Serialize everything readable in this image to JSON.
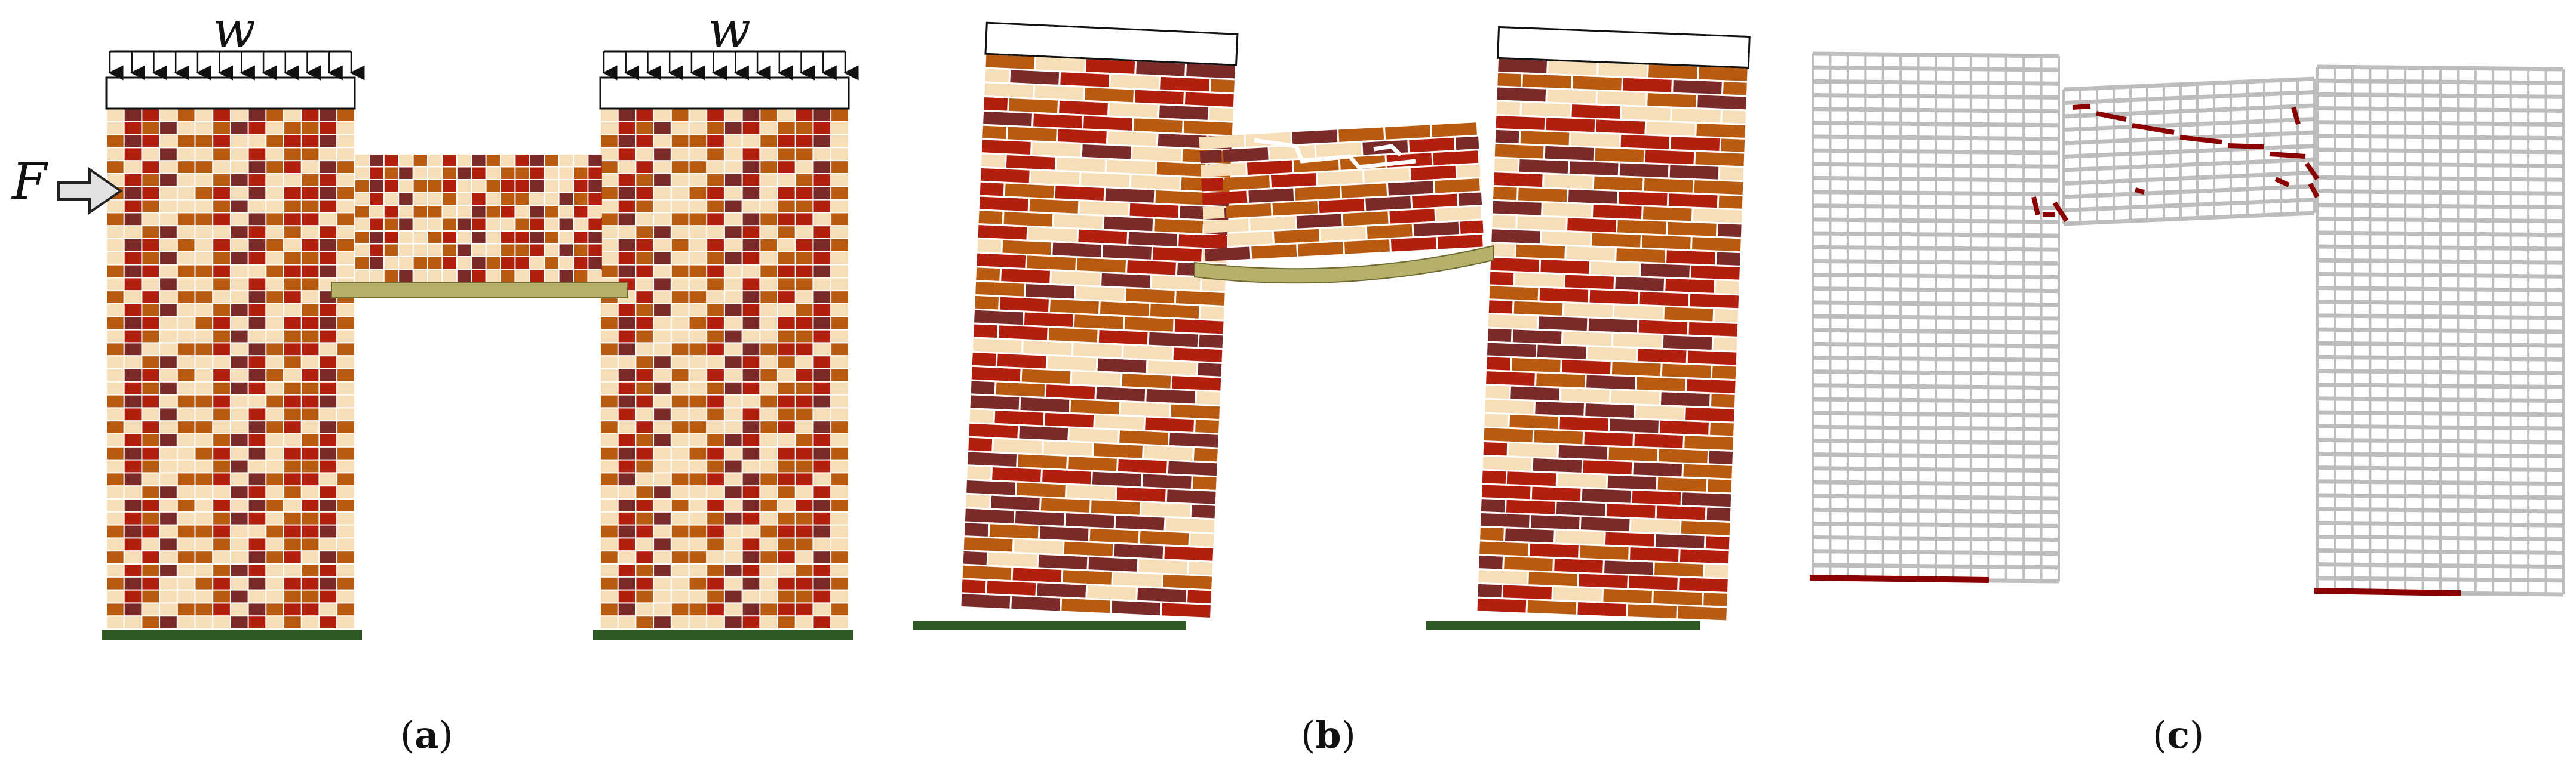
{
  "labels": {
    "load_w_left": "w",
    "load_w_right": "w",
    "force": "F"
  },
  "captions": [
    {
      "open": "(",
      "letter": "a",
      "close": ")"
    },
    {
      "open": "(",
      "letter": "b",
      "close": ")"
    },
    {
      "open": "(",
      "letter": "c",
      "close": ")"
    }
  ],
  "colors": {
    "brick_dark": "#7b2a2a",
    "brick_red": "#b21f0f",
    "brick_orange": "#b85a10",
    "brick_cream": "#f6dfb8",
    "mortar": "#ffffff",
    "lintel": "#b5b06a",
    "base": "#2c5a22",
    "mesh": "#bdbdbd",
    "damage": "#8b0000"
  }
}
